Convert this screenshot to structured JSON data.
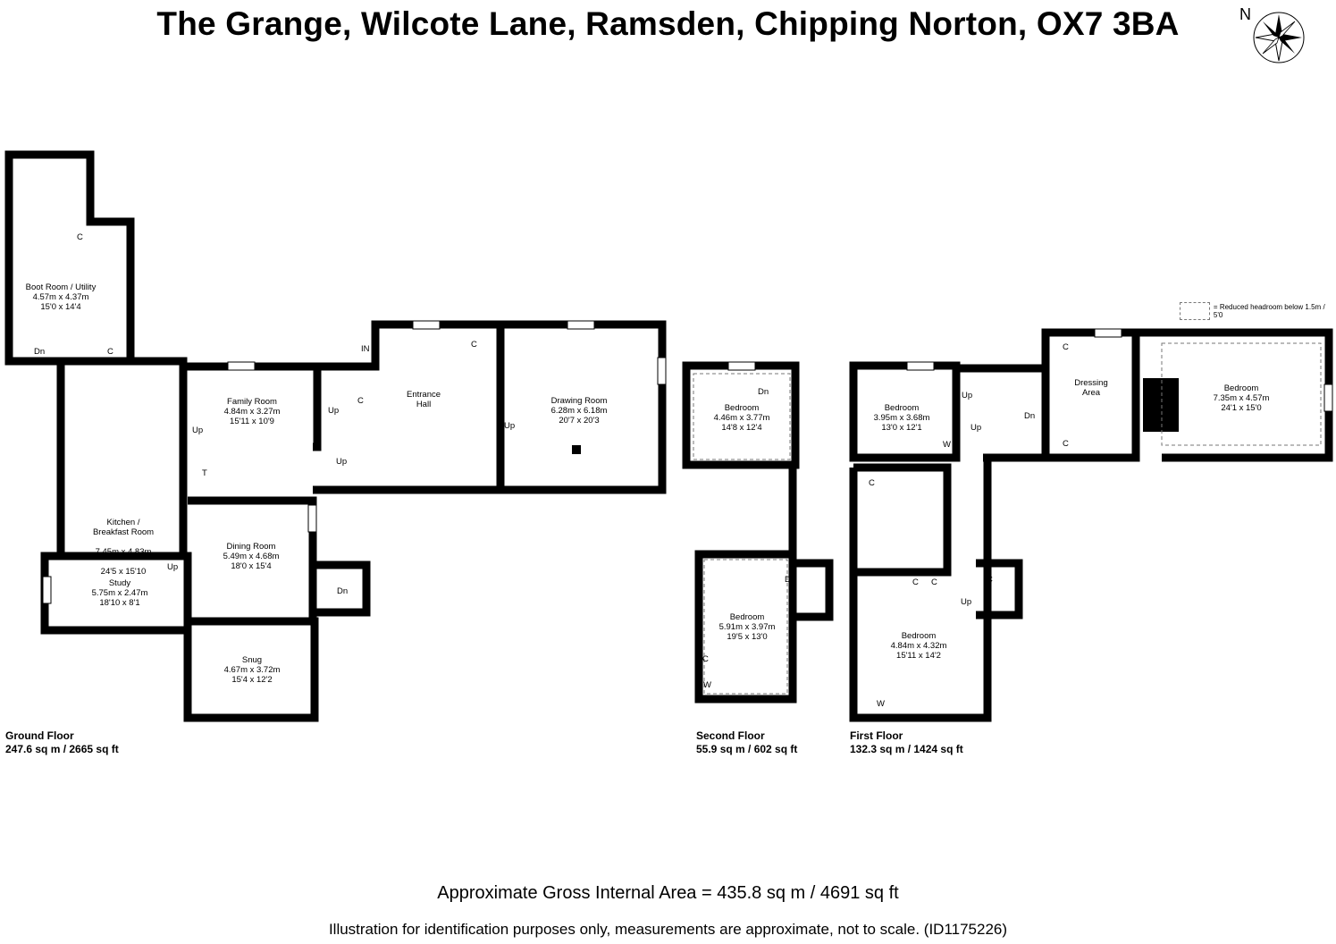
{
  "title": "The Grange, Wilcote Lane, Ramsden, Chipping Norton, OX7 3BA",
  "compass": {
    "label": "N",
    "icon": "compass-rose-icon"
  },
  "legend": {
    "text": "= Reduced headroom below 1.5m / 5'0"
  },
  "rooms": {
    "boot_room": {
      "name": "Boot Room / Utility",
      "metric": "4.57m x 4.37m",
      "imperial": "15'0 x 14'4"
    },
    "family_room": {
      "name": "Family Room",
      "metric": "4.84m x 3.27m",
      "imperial": "15'11 x 10'9"
    },
    "entrance_hall": {
      "name": "Entrance\nHall"
    },
    "drawing_room": {
      "name": "Drawing Room",
      "metric": "6.28m x 6.18m",
      "imperial": "20'7 x 20'3"
    },
    "kitchen": {
      "name": "Kitchen /\nBreakfast Room",
      "metric": "7.45m x 4.83m",
      "imperial": "24'5 x 15'10"
    },
    "dining_room": {
      "name": "Dining Room",
      "metric": "5.49m x 4.68m",
      "imperial": "18'0 x 15'4"
    },
    "study": {
      "name": "Study",
      "metric": "5.75m x 2.47m",
      "imperial": "18'10 x 8'1"
    },
    "snug": {
      "name": "Snug",
      "metric": "4.67m x 3.72m",
      "imperial": "15'4 x 12'2"
    },
    "second_bedroom_top": {
      "name": "Bedroom",
      "metric": "4.46m x 3.77m",
      "imperial": "14'8 x 12'4"
    },
    "second_bedroom_bottom": {
      "name": "Bedroom",
      "metric": "5.91m x 3.97m",
      "imperial": "19'5 x 13'0"
    },
    "first_bedroom_a": {
      "name": "Bedroom",
      "metric": "3.95m x 3.68m",
      "imperial": "13'0 x 12'1"
    },
    "dressing_area": {
      "name": "Dressing\nArea"
    },
    "first_bedroom_b": {
      "name": "Bedroom",
      "metric": "7.35m x 4.57m",
      "imperial": "24'1 x 15'0"
    },
    "first_bedroom_c": {
      "name": "Bedroom",
      "metric": "4.84m x 4.32m",
      "imperial": "15'11 x 14'2"
    }
  },
  "marks": {
    "in": "IN",
    "up": "Up",
    "dn": "Dn",
    "cupboard": "C",
    "wardrobe": "W",
    "tank": "T"
  },
  "floors": {
    "ground": {
      "name": "Ground Floor",
      "area": "247.6 sq m / 2665 sq ft"
    },
    "second": {
      "name": "Second Floor",
      "area": "55.9 sq m / 602 sq ft"
    },
    "first": {
      "name": "First Floor",
      "area": "132.3 sq m / 1424 sq ft"
    }
  },
  "gross_area": "Approximate Gross Internal Area = 435.8 sq m / 4691 sq ft",
  "disclaimer": "Illustration for identification purposes only, measurements are approximate, not to scale. (ID1175226)"
}
